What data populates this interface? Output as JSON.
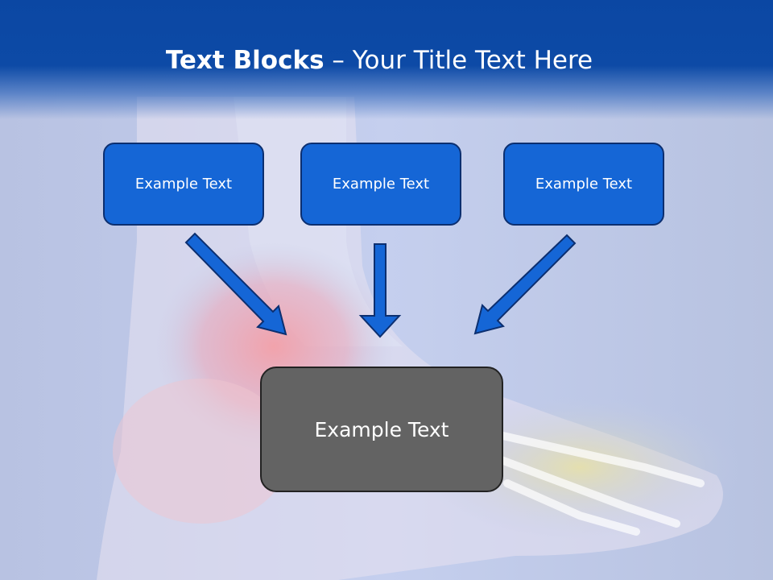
{
  "slide": {
    "title_bold": "Text Blocks",
    "title_rest": " – Your Title Text Here"
  },
  "blocks": [
    {
      "label": "Example Text"
    },
    {
      "label": "Example Text"
    },
    {
      "label": "Example Text"
    }
  ],
  "target_block": {
    "label": "Example Text"
  },
  "colors": {
    "header": "#0d4aa6",
    "block_fill": "#1566d6",
    "block_border": "#0c2f70",
    "target_fill": "#636363",
    "arrow_fill": "#1566d6"
  },
  "background": "foot-anatomy-illustration"
}
